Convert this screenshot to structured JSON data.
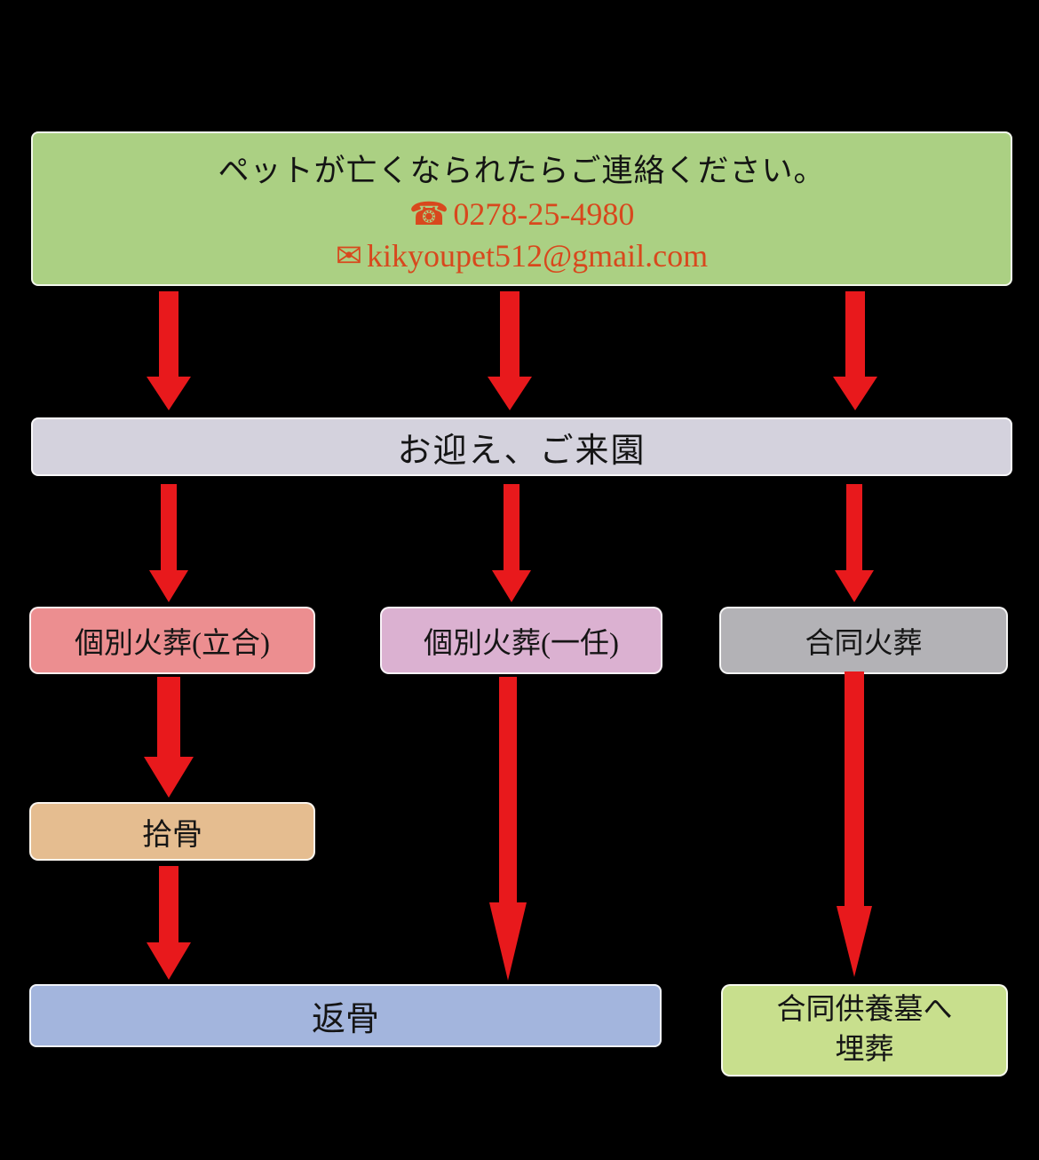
{
  "header": {
    "title": "ペットが亡くなられたらご連絡ください。",
    "phone_icon": "☎",
    "phone": "0278-25-4980",
    "email_icon": "✉",
    "email": "kikyoupet512@gmail.com",
    "bg_color": "#abd083",
    "accent_color": "#d8481d"
  },
  "arrival": {
    "label": "お迎え、ご来園",
    "bg_color": "#d4d2dd"
  },
  "options": [
    {
      "label": "個別火葬(立合)",
      "bg_color": "#ec8e90"
    },
    {
      "label": "個別火葬(一任)",
      "bg_color": "#dbb1d1"
    },
    {
      "label": "合同火葬",
      "bg_color": "#b3b2b6"
    }
  ],
  "bone_pickup": {
    "label": "拾骨",
    "bg_color": "#e5bd90"
  },
  "bone_return": {
    "label": "返骨",
    "bg_color": "#a3b5dd"
  },
  "joint_burial": {
    "line1": "合同供養墓へ",
    "line2": "埋葬",
    "bg_color": "#c8df8d"
  },
  "arrow_color": "#e8191c",
  "background_color": "#000000"
}
